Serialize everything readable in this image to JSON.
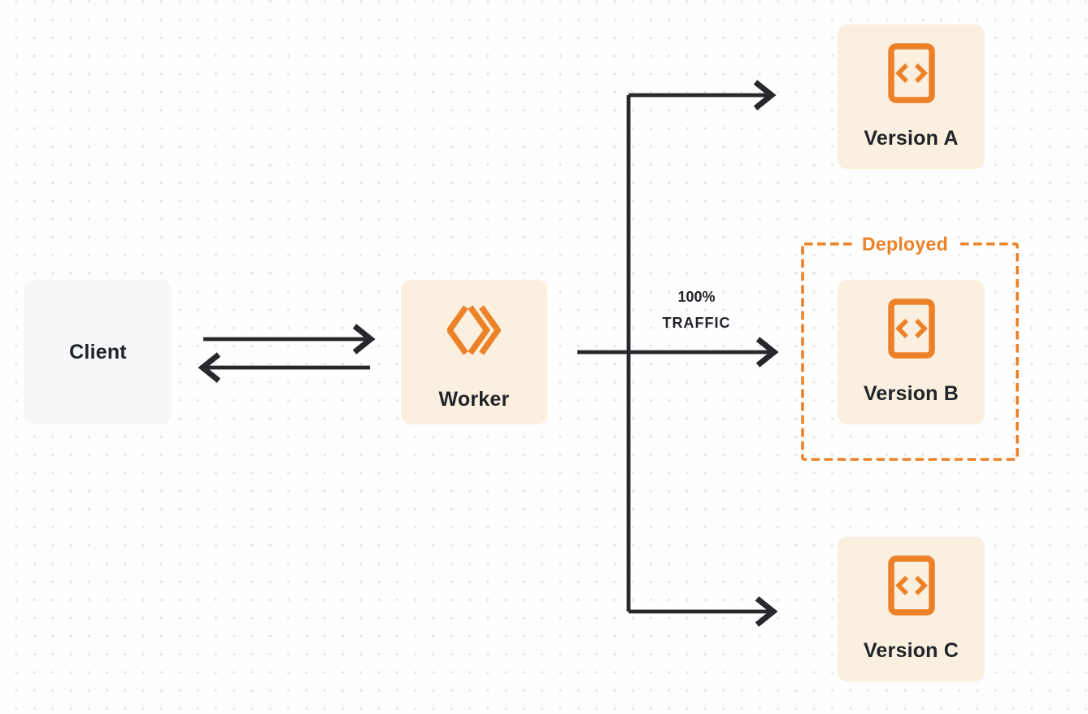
{
  "diagram": {
    "title": "worker-version-traffic-routing",
    "nodes": {
      "client": {
        "label": "Client"
      },
      "worker": {
        "label": "Worker"
      },
      "version_a": {
        "label": "Version A"
      },
      "version_b": {
        "label": "Version B"
      },
      "version_c": {
        "label": "Version C"
      }
    },
    "edges": {
      "traffic_label": {
        "line1": "100%",
        "line2": "TRAFFIC"
      }
    },
    "deployed": {
      "label": "Deployed"
    },
    "icons": {
      "worker": "workers-logo-icon",
      "version": "code-file-icon"
    },
    "colors": {
      "accent_orange": "#ED8127",
      "node_cream": "#FBF0E0",
      "node_gray": "#F6F7F8",
      "ink": "#202328",
      "arrow": "#26282B",
      "dot_grid": "#E4E4E4",
      "background": "#FEFEFE"
    }
  }
}
